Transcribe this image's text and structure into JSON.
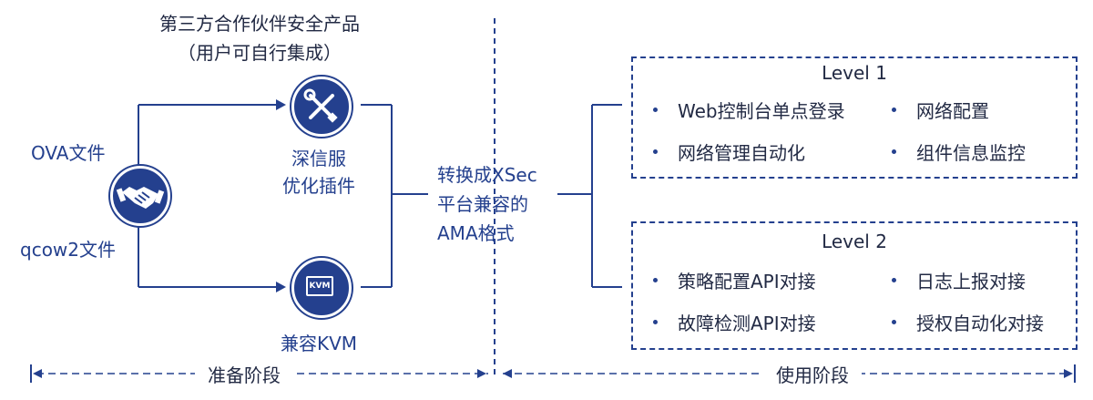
{
  "header": {
    "line1": "第三方合作伙伴安全产品",
    "line2": "（用户可自行集成）"
  },
  "inputs": {
    "ova": "OVA文件",
    "qcow2": "qcow2文件"
  },
  "plugins": {
    "sangfor_line1": "深信服",
    "sangfor_line2": "优化插件",
    "kvm_label": "兼容KVM",
    "kvm_badge": "KVM"
  },
  "convert": {
    "line1": "转换成XSec",
    "line2": "平台兼容的",
    "line3": "AMA格式"
  },
  "levels": [
    {
      "title": "Level 1",
      "items": [
        "Web控制台单点登录",
        "网络配置",
        "网络管理自动化",
        "组件信息监控"
      ]
    },
    {
      "title": "Level 2",
      "items": [
        "策略配置API对接",
        "日志上报对接",
        "故障检测API对接",
        "授权自动化对接"
      ]
    }
  ],
  "phases": {
    "prepare": "准备阶段",
    "use": "使用阶段"
  },
  "colors": {
    "primary": "#24408e",
    "text": "#222a44"
  }
}
